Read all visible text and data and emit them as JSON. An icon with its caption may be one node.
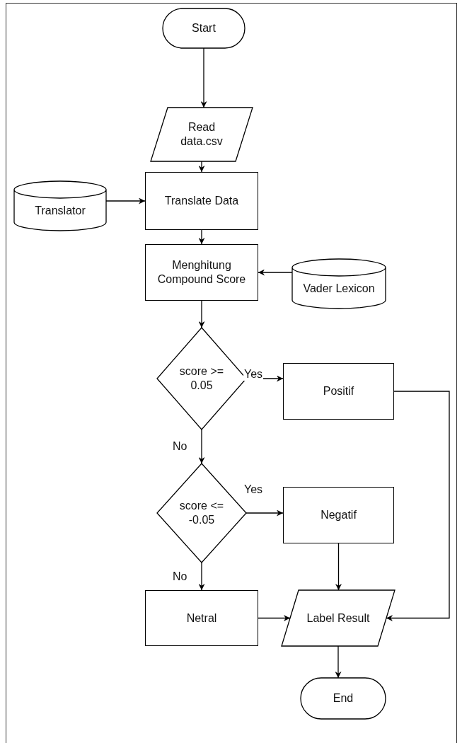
{
  "diagram": {
    "nodes": [
      {
        "text": [
          "Start"
        ]
      },
      {
        "text": [
          "Read data.csv"
        ]
      },
      {
        "text": [
          "Translate Data"
        ]
      },
      {
        "text": [
          "Translator"
        ]
      },
      {
        "text": [
          "Menghitung Compound Score"
        ]
      },
      {
        "text": [
          "Vader Lexicon"
        ]
      },
      {
        "text": [
          "score >= 0.05"
        ]
      },
      {
        "text": [
          "Positif"
        ]
      },
      {
        "text": [
          "score <= -0.05"
        ]
      },
      {
        "text": [
          "Negatif"
        ]
      },
      {
        "text": [
          "Netral"
        ]
      },
      {
        "text": [
          "Label Result"
        ]
      },
      {
        "text": [
          "End"
        ]
      }
    ],
    "edges": [
      {
        "from": 0,
        "to": 1,
        "arrow": "to"
      },
      {
        "from": 1,
        "to": 2,
        "arrow": "to"
      },
      {
        "from": 3,
        "to": 2,
        "arrow": "to"
      },
      {
        "from": 2,
        "to": 4,
        "arrow": "to"
      },
      {
        "from": 5,
        "to": 4,
        "arrow": "to"
      },
      {
        "from": 4,
        "to": 6,
        "arrow": "to"
      },
      {
        "from": 6,
        "to": 7,
        "arrow": "to",
        "label": "Yes"
      },
      {
        "from": 6,
        "to": 8,
        "arrow": "to",
        "label": "No"
      },
      {
        "from": 8,
        "to": 9,
        "arrow": "to",
        "label": "Yes"
      },
      {
        "from": 8,
        "to": 10,
        "arrow": "to",
        "label": "No"
      },
      {
        "from": 7,
        "to": 11,
        "arrow": "to"
      },
      {
        "from": 9,
        "to": 11,
        "arrow": "to"
      },
      {
        "from": 10,
        "to": 11,
        "arrow": "to"
      },
      {
        "from": 11,
        "to": 12,
        "arrow": "to"
      }
    ]
  }
}
